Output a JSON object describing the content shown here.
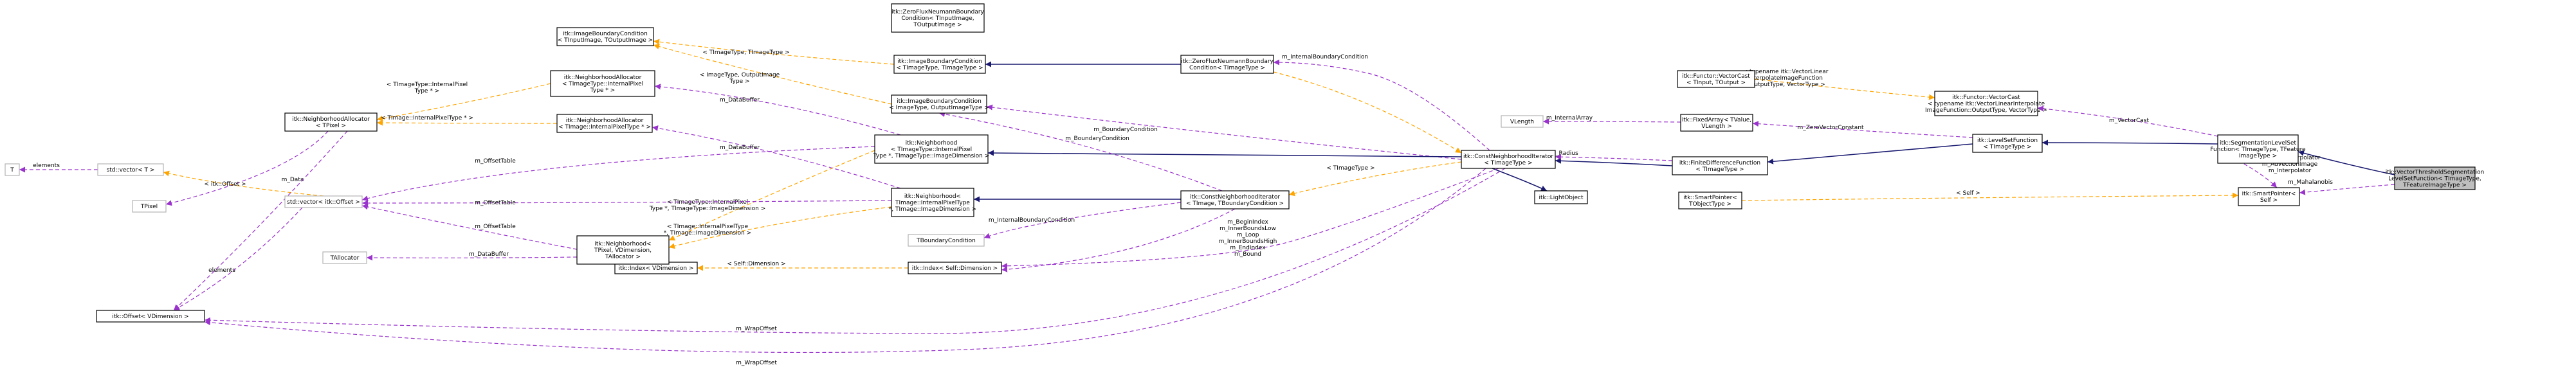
{
  "diagram": {
    "nodes": [
      {
        "id": "vts",
        "lines": [
          "itk::VectorThresholdSegmentation",
          "LevelSetFunction< TImageType,",
          "TFeatureImageType >"
        ],
        "focus": true
      },
      {
        "id": "sls",
        "lines": [
          "itk::SegmentationLevelSet",
          "Function< TImageType, TFeature",
          "ImageType >"
        ]
      },
      {
        "id": "spself",
        "lines": [
          "itk::SmartPointer<",
          "Self >"
        ]
      },
      {
        "id": "vcast1",
        "lines": [
          "itk::Functor::VectorCast",
          "< typename itk::VectorLinearInterpolate",
          "ImageFunction::OutputType, VectorType >"
        ]
      },
      {
        "id": "lsf",
        "lines": [
          "itk::LevelSetFunction",
          "< TImageType >"
        ]
      },
      {
        "id": "fdf",
        "lines": [
          "itk::FiniteDifferenceFunction",
          "< TImageType >"
        ]
      },
      {
        "id": "fixarr",
        "lines": [
          "itk::FixedArray< TValue,",
          "VLength >"
        ]
      },
      {
        "id": "vcast2",
        "lines": [
          "itk::Functor::VectorCast",
          "< TInput, TOutput >"
        ]
      },
      {
        "id": "sptpl",
        "lines": [
          "itk::SmartPointer<",
          "TObjectType >"
        ]
      },
      {
        "id": "lightobj",
        "lines": [
          "itk::LightObject"
        ]
      },
      {
        "id": "vlength",
        "lines": [
          "VLength"
        ],
        "grey": true
      },
      {
        "id": "cni",
        "lines": [
          "itk::ConstNeighborhoodIterator",
          "< TImageType >"
        ]
      },
      {
        "id": "cnitb",
        "lines": [
          "itk::ConstNeighborhoodIterator",
          "< TImage, TBoundaryCondition >"
        ]
      },
      {
        "id": "zfnbc2",
        "lines": [
          "itk::ZeroFluxNeumannBoundary",
          "Condition< TImageType >"
        ]
      },
      {
        "id": "zfnbc1",
        "lines": [
          "itk::ZeroFluxNeumannBoundary",
          "Condition< TInputImage,",
          "TOutputImage >"
        ]
      },
      {
        "id": "ibc2",
        "lines": [
          "itk::ImageBoundaryCondition",
          "< TImageType, TImageType >"
        ]
      },
      {
        "id": "ibc3",
        "lines": [
          "itk::ImageBoundaryCondition",
          "< ImageType, OutputImageType >"
        ]
      },
      {
        "id": "ibc1",
        "lines": [
          "itk::ImageBoundaryCondition",
          "< TInputImage, TOutputImage >"
        ]
      },
      {
        "id": "nbh1",
        "lines": [
          "itk::Neighborhood",
          "< TImageType::InternalPixel",
          "Type *, TImageType::ImageDimension >"
        ]
      },
      {
        "id": "nbh2",
        "lines": [
          "itk::Neighborhood<",
          "TImage::InternalPixelType",
          "*, TImage::ImageDimension >"
        ]
      },
      {
        "id": "tbc",
        "lines": [
          "TBoundaryCondition"
        ],
        "grey": true
      },
      {
        "id": "idxself",
        "lines": [
          "itk::Index< Self::Dimension >"
        ]
      },
      {
        "id": "idxv",
        "lines": [
          "itk::Index< VDimension >"
        ]
      },
      {
        "id": "nbh3",
        "lines": [
          "itk::Neighborhood<",
          "TPixel, VDimension,",
          "TAllocator >"
        ]
      },
      {
        "id": "na2",
        "lines": [
          "itk::NeighborhoodAllocator",
          "< TImageType::InternalPixel",
          "Type * >"
        ]
      },
      {
        "id": "na3",
        "lines": [
          "itk::NeighborhoodAllocator",
          "< TImage::InternalPixelType * >"
        ]
      },
      {
        "id": "na1",
        "lines": [
          "itk::NeighborhoodAllocator",
          "< TPixel >"
        ]
      },
      {
        "id": "vecoff",
        "lines": [
          "std::vector< itk::Offset >"
        ],
        "grey": true
      },
      {
        "id": "vect",
        "lines": [
          "std::vector< T >"
        ],
        "grey": true
      },
      {
        "id": "tnode",
        "lines": [
          "T"
        ],
        "grey": true
      },
      {
        "id": "tpixel",
        "lines": [
          "TPixel"
        ],
        "grey": true
      },
      {
        "id": "talloc",
        "lines": [
          "TAllocator"
        ],
        "grey": true
      },
      {
        "id": "offv",
        "lines": [
          "itk::Offset< VDimension >"
        ]
      }
    ],
    "edges": [
      {
        "id": "e1",
        "style": "inherit",
        "lines": []
      },
      {
        "id": "e2",
        "style": "usage",
        "lines": [
          "m_Mahalanobis"
        ]
      },
      {
        "id": "e3",
        "style": "usage",
        "lines": [
          "m_VectorCast"
        ]
      },
      {
        "id": "e4",
        "style": "inherit",
        "lines": []
      },
      {
        "id": "e5",
        "style": "usage",
        "lines": [
          "m_VectorInterpolator",
          "m_AdvectionImage",
          "m_Interpolator"
        ]
      },
      {
        "id": "e6",
        "style": "template",
        "lines": [
          "< Self >"
        ]
      },
      {
        "id": "e7",
        "style": "template",
        "lines": [
          "< typename itk::VectorLinear",
          "InterpolateImageFunction",
          "::OutputType, VectorType >"
        ]
      },
      {
        "id": "e8",
        "style": "inherit",
        "lines": []
      },
      {
        "id": "e9",
        "style": "usage",
        "lines": [
          "m_ZeroVectorConstant"
        ]
      },
      {
        "id": "e10",
        "style": "inherit",
        "lines": []
      },
      {
        "id": "e11",
        "style": "usage",
        "lines": [
          "m_Radius"
        ]
      },
      {
        "id": "e12",
        "style": "usage",
        "lines": [
          "m_InternalArray"
        ]
      },
      {
        "id": "e13",
        "style": "inherit",
        "lines": []
      },
      {
        "id": "e14",
        "style": "template",
        "lines": [
          "< TImageType >"
        ]
      },
      {
        "id": "e15",
        "style": "usage",
        "lines": [
          "m_InternalBoundaryCondition"
        ]
      },
      {
        "id": "e16",
        "style": "template",
        "lines": [
          "< TImageType >"
        ]
      },
      {
        "id": "e17",
        "style": "inherit",
        "lines": []
      },
      {
        "id": "e18",
        "style": "template",
        "lines": [
          "< TImageType, TImageType >"
        ]
      },
      {
        "id": "e19",
        "style": "usage",
        "lines": [
          "m_BoundaryCondition"
        ]
      },
      {
        "id": "e20",
        "style": "template",
        "lines": [
          "< ImageType, OutputImage",
          "Type >"
        ]
      },
      {
        "id": "e21",
        "style": "inherit",
        "lines": []
      },
      {
        "id": "e22",
        "style": "usage",
        "lines": [
          "m_BoundaryCondition"
        ]
      },
      {
        "id": "e23",
        "style": "usage",
        "lines": [
          "m_InternalBoundaryCondition"
        ]
      },
      {
        "id": "e24",
        "style": "inherit",
        "lines": []
      },
      {
        "id": "e25",
        "style": "usage",
        "lines": [
          "m_BeginIndex",
          "m_InnerBoundsLow",
          "m_Loop",
          "m_InnerBoundsHigh",
          "m_EndIndex",
          "m_Bound"
        ]
      },
      {
        "id": "e26",
        "style": "usage",
        "lines": [
          "m_BeginIndex",
          "m_InnerBoundsLow",
          "m_Loop",
          "m_InnerBoundsHigh",
          "m_EndIndex",
          "m_Bound"
        ]
      },
      {
        "id": "e27",
        "style": "template",
        "lines": [
          "< Self::Dimension >"
        ]
      },
      {
        "id": "e28",
        "style": "usage",
        "lines": [
          "m_WrapOffset"
        ]
      },
      {
        "id": "e29",
        "style": "usage",
        "lines": [
          "m_WrapOffset"
        ]
      },
      {
        "id": "e30",
        "style": "template",
        "lines": [
          "< TImageType::InternalPixel",
          "Type *, TImageType::ImageDimension >"
        ]
      },
      {
        "id": "e31",
        "style": "template",
        "lines": [
          "< TImage::InternalPixelType",
          "*, TImage::ImageDimension >"
        ]
      },
      {
        "id": "e32",
        "style": "usage",
        "lines": [
          "m_DataBuffer"
        ]
      },
      {
        "id": "e33",
        "style": "usage",
        "lines": [
          "m_DataBuffer"
        ]
      },
      {
        "id": "e34",
        "style": "usage",
        "lines": [
          "m_OffsetTable"
        ]
      },
      {
        "id": "e35",
        "style": "usage",
        "lines": [
          "m_OffsetTable"
        ]
      },
      {
        "id": "e36",
        "style": "usage",
        "lines": [
          "m_OffsetTable"
        ]
      },
      {
        "id": "e37",
        "style": "usage",
        "lines": [
          "m_DataBuffer"
        ]
      },
      {
        "id": "e38",
        "style": "template",
        "lines": [
          "< TImageType::InternalPixel",
          "Type * >"
        ]
      },
      {
        "id": "e39",
        "style": "template",
        "lines": [
          "< TImage::InternalPixelType * >"
        ]
      },
      {
        "id": "e40",
        "style": "usage",
        "lines": [
          "m_Data"
        ]
      },
      {
        "id": "e41",
        "style": "template",
        "lines": [
          "< itk::Offset >"
        ]
      },
      {
        "id": "e42",
        "style": "usage",
        "lines": [
          "elements"
        ]
      },
      {
        "id": "e43",
        "style": "usage",
        "lines": [
          "elements"
        ]
      },
      {
        "id": "e44",
        "style": "usage",
        "lines": []
      }
    ]
  }
}
